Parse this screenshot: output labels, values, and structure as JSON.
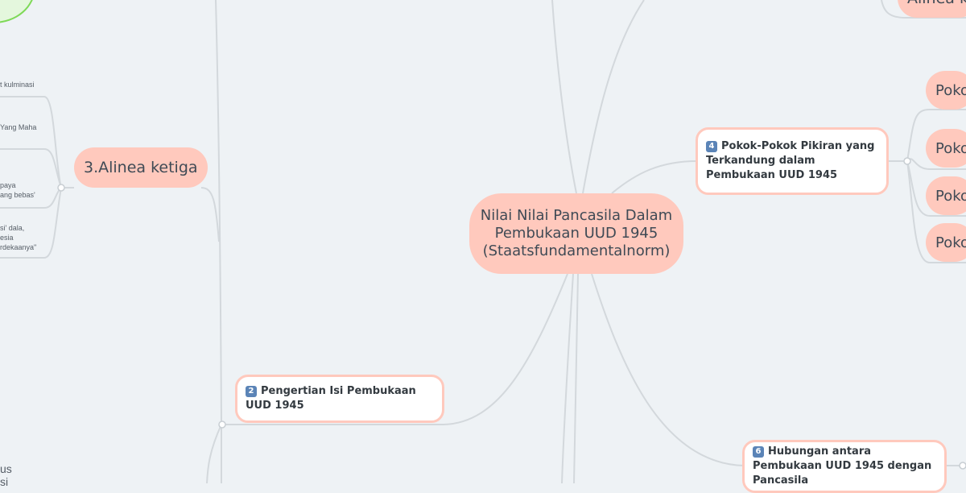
{
  "central": {
    "line1": "Nilai Nilai Pancasila Dalam",
    "line2": "Pembukaan UUD 1945",
    "line3": "(Staatsfundamentalnorm)"
  },
  "topics": {
    "alinea_ketiga": "3.Alinea ketiga",
    "pengertian": {
      "num": "2",
      "text": "Pengertian Isi Pembukaan UUD 1945"
    },
    "pokok_pikiran": {
      "num": "4",
      "text": "Pokok-Pokok Pikiran yang Terkandung dalam Pembukaan UUD 1945"
    },
    "hubungan": {
      "num": "6",
      "text": "Hubungan antara Pembukaan UUD 1945 dengan Pancasila"
    },
    "alinea_top_right": "Alinea k",
    "pokok_items": [
      "Pokok",
      "Pokok",
      "Pokok",
      "Pokok"
    ]
  },
  "left_snippets": [
    "t kulminasi",
    "Yang Maha",
    "paya",
    "ang bebas'",
    "si' dala,",
    "esia",
    "rdekaanya\"",
    "us",
    "si"
  ],
  "colors": {
    "topic_fill": "#ffc9bd",
    "branch_line": "#d3d8dc",
    "background": "#eef2f5"
  }
}
